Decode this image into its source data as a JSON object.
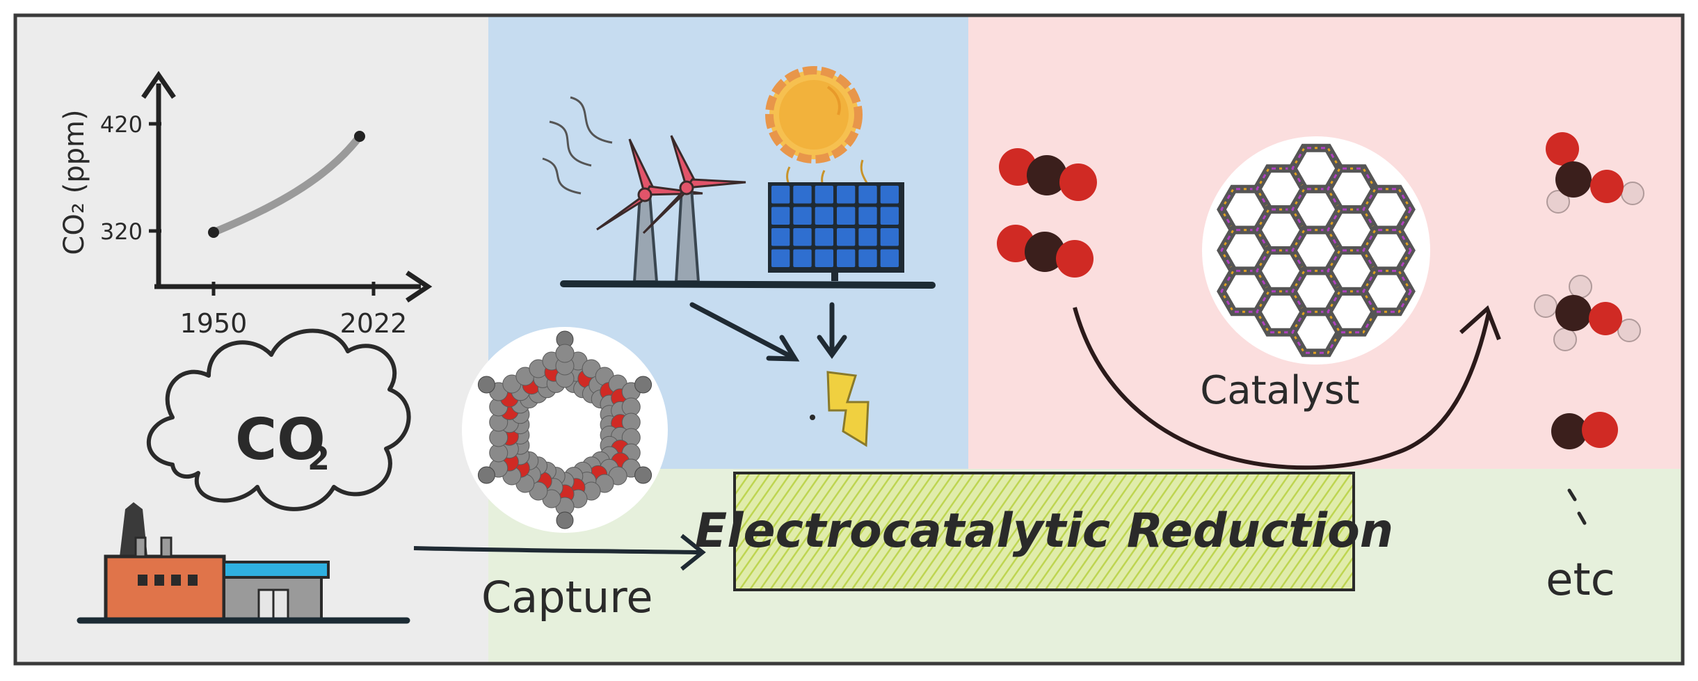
{
  "graph": {
    "y_axis_label": "CO₂ (ppm)",
    "y_ticks": [
      "420",
      "320"
    ],
    "x_ticks": [
      "1950",
      "2022"
    ]
  },
  "cloud_label": "CO",
  "cloud_subscript": "2",
  "capture_label": "Capture",
  "reaction_label": "Electrocatalytic Reduction",
  "catalyst_label": "Catalyst",
  "products_etc": "etc",
  "colors": {
    "panel_gray": "#ececec",
    "panel_blue": "#c6dcf0",
    "panel_pink": "#fbdede",
    "panel_green": "#e6f0dc",
    "oxygen": "#d02a24",
    "carbon": "#3b1f1c",
    "hydrogen": "#e8cfcf",
    "turbine_blade": "#e2546a",
    "solar_panel": "#2f6fd0",
    "sun": "#f2b23c",
    "bolt": "#f0d040",
    "factory": "#e0744a",
    "roof": "#2fb0e0"
  }
}
